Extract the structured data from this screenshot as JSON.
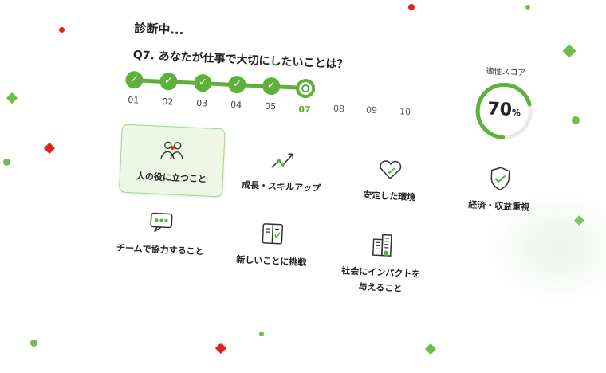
{
  "status": "診断中...",
  "question": "Q7. あなたが仕事で大切にしたいことは？",
  "progress": {
    "steps": [
      {
        "label": "01",
        "state": "done"
      },
      {
        "label": "02",
        "state": "done"
      },
      {
        "label": "03",
        "state": "done"
      },
      {
        "label": "04",
        "state": "done"
      },
      {
        "label": "05",
        "state": "done"
      },
      {
        "label": "07",
        "state": "current"
      },
      {
        "label": "08",
        "state": "future"
      },
      {
        "label": "09",
        "state": "future"
      },
      {
        "label": "10",
        "state": "future"
      }
    ],
    "check_glyph": "✓"
  },
  "score": {
    "label": "適性スコア",
    "value": "70",
    "unit": "%",
    "fraction": 0.7
  },
  "options": [
    {
      "label": "人の役に立つこと",
      "icon": "people-heart-icon",
      "selected": true
    },
    {
      "label": "成長・スキルアップ",
      "icon": "growth-icon",
      "selected": false
    },
    {
      "label": "安定した環境",
      "icon": "heart-icon",
      "selected": false
    },
    {
      "label": "経済・収益重視",
      "icon": "shield-check-icon",
      "selected": false
    },
    {
      "label": "チームで協力すること",
      "icon": "chat-icon",
      "selected": false
    },
    {
      "label": "新しいことに挑戦",
      "icon": "book-icon",
      "selected": false
    },
    {
      "label": "社会にインパクトを\n与えること",
      "icon": "buildings-icon",
      "selected": false
    }
  ],
  "colors": {
    "accent": "#5fb03a",
    "confetti_green": "#6cc04a",
    "confetti_red": "#e0231b"
  }
}
